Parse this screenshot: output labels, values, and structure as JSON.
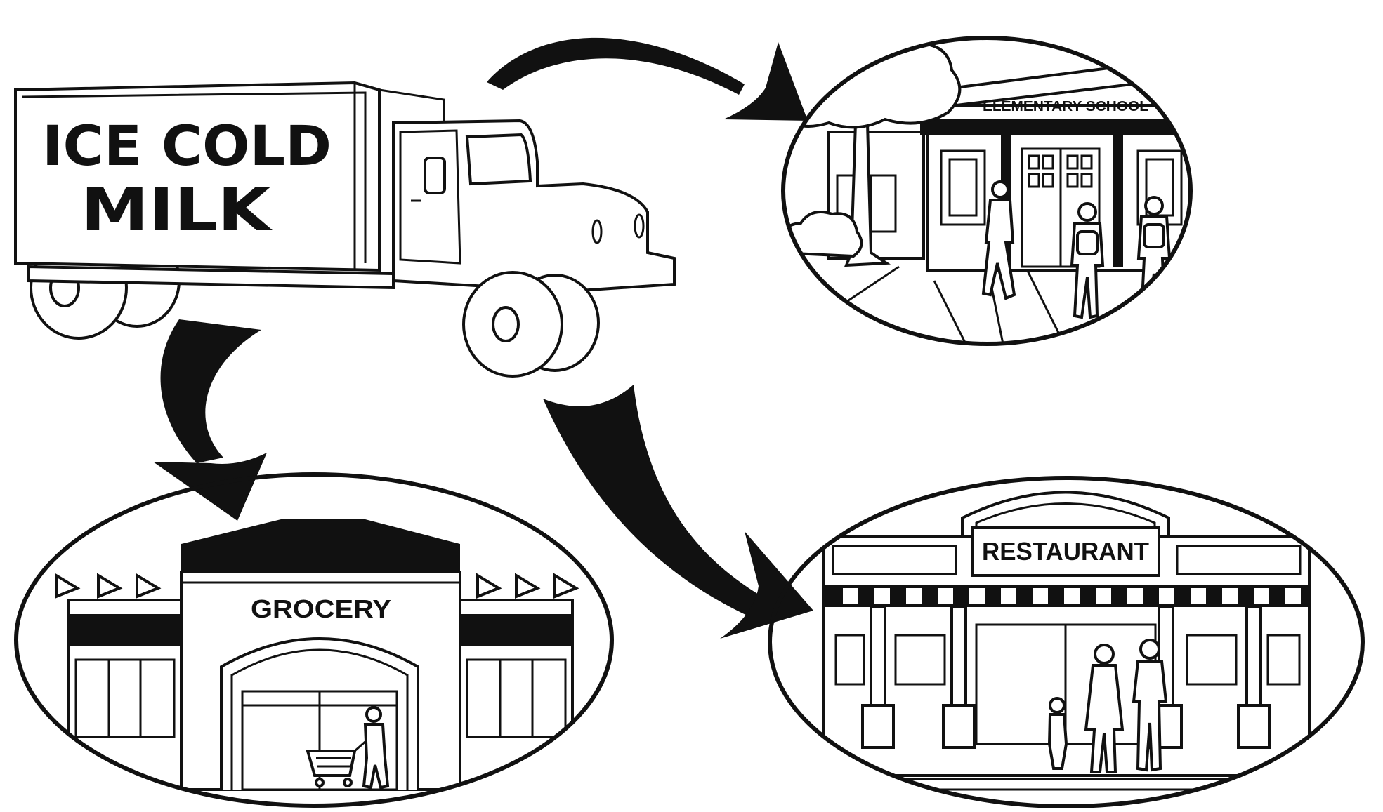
{
  "truck": {
    "line1": "ICE COLD",
    "line2": "MILK"
  },
  "destinations": {
    "school": {
      "sign": "ELEMENTARY SCHOOL"
    },
    "grocery": {
      "sign": "GROCERY"
    },
    "restaurant": {
      "sign": "RESTAURANT"
    }
  },
  "colors": {
    "ink": "#111111",
    "paper": "#ffffff"
  }
}
